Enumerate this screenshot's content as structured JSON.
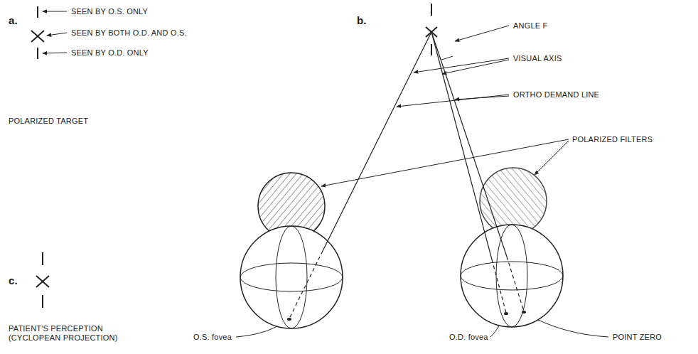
{
  "diagram": {
    "labels": [
      "a.",
      "SEEN BY O.S. ONLY",
      "SEEN BY BOTH O.D. AND O.S.",
      "SEEN BY O.D. ONLY",
      "POLARIZED TARGET",
      "b.",
      "ANGLE F",
      "VISUAL AXIS",
      "ORTHO DEMAND LINE",
      "POLARIZED FILTERS",
      "c.",
      "PATIENT'S PERCEPTION (CYCLOPEAN PROJECTION)",
      "O.S. fovea",
      "O.D. fovea",
      "POINT ZERO"
    ]
  }
}
